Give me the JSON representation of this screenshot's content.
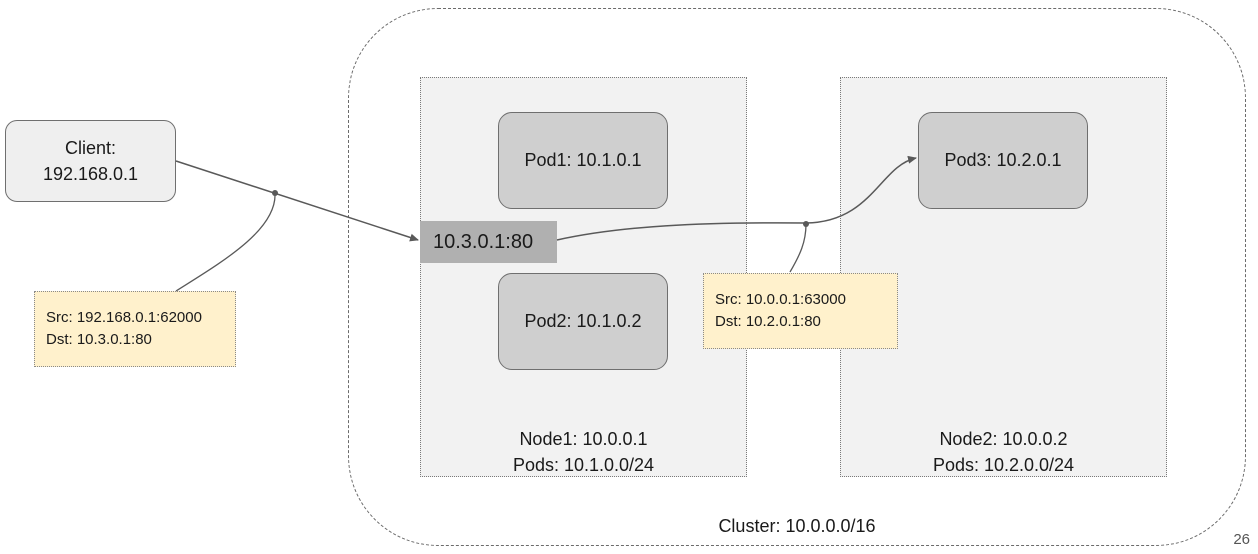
{
  "cluster": {
    "label": "Cluster: 10.0.0.0/16"
  },
  "client": {
    "line1": "Client:",
    "line2": "192.168.0.1"
  },
  "service": {
    "label": "10.3.0.1:80"
  },
  "nodes": [
    {
      "line1": "Node1: 10.0.0.1",
      "line2": "Pods: 10.1.0.0/24"
    },
    {
      "line1": "Node2: 10.0.0.2",
      "line2": "Pods: 10.2.0.0/24"
    }
  ],
  "pods": [
    {
      "label": "Pod1: 10.1.0.1"
    },
    {
      "label": "Pod2: 10.1.0.2"
    },
    {
      "label": "Pod3: 10.2.0.1"
    }
  ],
  "notes": [
    {
      "src": "Src: 192.168.0.1:62000",
      "dst": "Dst: 10.3.0.1:80"
    },
    {
      "src": "Src: 10.0.0.1:63000",
      "dst": "Dst: 10.2.0.1:80"
    }
  ],
  "page_number": "26",
  "colors": {
    "node_fill": "#f2f2f2",
    "pod_fill": "#cfcfcf",
    "service_fill": "#b0b0b0",
    "note_fill": "#fff1cc",
    "client_fill": "#efefef",
    "line": "#595959"
  }
}
